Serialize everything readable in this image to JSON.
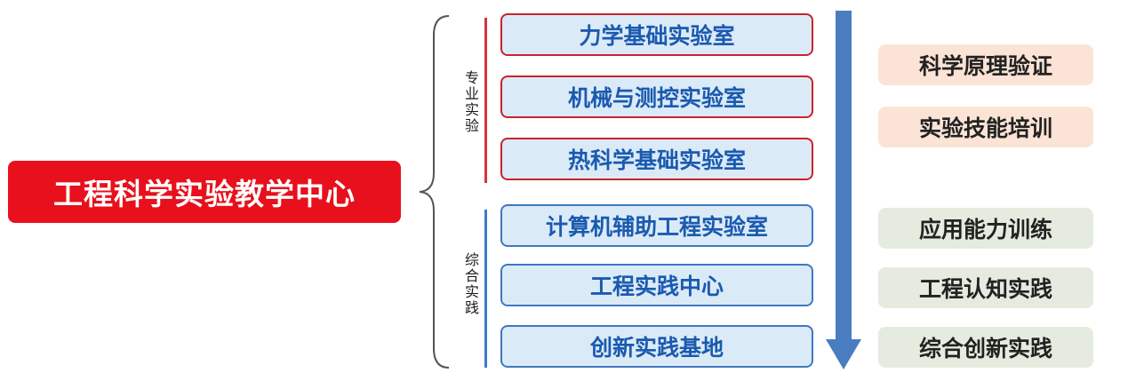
{
  "center": {
    "title": "工程科学实验教学中心"
  },
  "groups": [
    {
      "label": "专业实验"
    },
    {
      "label": "综合实践"
    }
  ],
  "labs": [
    {
      "name": "力学基础实验室"
    },
    {
      "name": "机械与测控实验室"
    },
    {
      "name": "热科学基础实验室"
    },
    {
      "name": "计算机辅助工程实验室"
    },
    {
      "name": "工程实践中心"
    },
    {
      "name": "创新实践基地"
    }
  ],
  "functions": [
    {
      "name": "科学原理验证"
    },
    {
      "name": "实验技能培训"
    },
    {
      "name": "应用能力训练"
    },
    {
      "name": "工程认知实践"
    },
    {
      "name": "综合创新实践"
    }
  ],
  "colors": {
    "center_bg": "#e8101c",
    "lab_fill": "#dbeaf7",
    "lab_text": "#1a5ab0",
    "professional_border": "#c8232d",
    "practice_border": "#3f78c0",
    "arrow": "#4a7dc0",
    "function_pink": "#fbe4d6",
    "function_green": "#e6ebdf"
  }
}
